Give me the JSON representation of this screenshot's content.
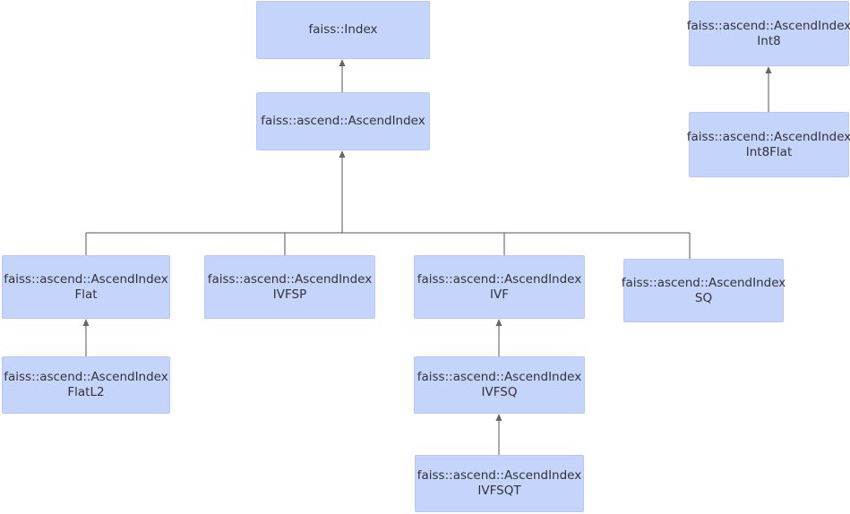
{
  "diagram": {
    "type": "class-inheritance-graph",
    "nodes": {
      "index": {
        "lines": [
          "faiss::Index"
        ]
      },
      "ascendindex": {
        "lines": [
          "faiss::ascend::AscendIndex"
        ]
      },
      "int8": {
        "lines": [
          "faiss::ascend::AscendIndex",
          "Int8"
        ]
      },
      "int8flat": {
        "lines": [
          "faiss::ascend::AscendIndex",
          "Int8Flat"
        ]
      },
      "flat": {
        "lines": [
          "faiss::ascend::AscendIndex",
          "Flat"
        ]
      },
      "ivfsp": {
        "lines": [
          "faiss::ascend::AscendIndex",
          "IVFSP"
        ]
      },
      "ivf": {
        "lines": [
          "faiss::ascend::AscendIndex",
          "IVF"
        ]
      },
      "sq": {
        "lines": [
          "faiss::ascend::AscendIndex",
          "SQ"
        ]
      },
      "flatl2": {
        "lines": [
          "faiss::ascend::AscendIndex",
          "FlatL2"
        ]
      },
      "ivfsq": {
        "lines": [
          "faiss::ascend::AscendIndex",
          "IVFSQ"
        ]
      },
      "ivfsqt": {
        "lines": [
          "faiss::ascend::AscendIndex",
          "IVFSQT"
        ]
      }
    },
    "edges": [
      {
        "from": "ascendindex",
        "to": "index"
      },
      {
        "from": "int8flat",
        "to": "int8"
      },
      {
        "from": "flat",
        "to": "ascendindex"
      },
      {
        "from": "ivfsp",
        "to": "ascendindex"
      },
      {
        "from": "ivf",
        "to": "ascendindex"
      },
      {
        "from": "sq",
        "to": "ascendindex"
      },
      {
        "from": "flatl2",
        "to": "flat"
      },
      {
        "from": "ivfsq",
        "to": "ivf"
      },
      {
        "from": "ivfsqt",
        "to": "ivfsq"
      }
    ],
    "colors": {
      "node_fill": "#c5d4fb",
      "node_border": "#b7c8f6",
      "text": "#333333",
      "edge": "#555555"
    }
  }
}
